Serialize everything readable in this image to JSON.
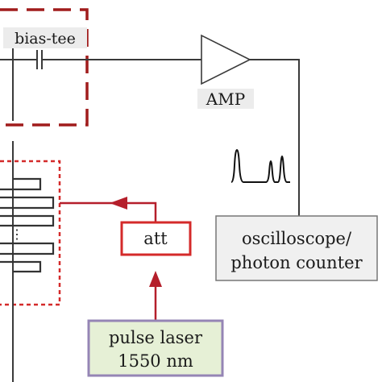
{
  "labels": {
    "bias_tee": "bias-tee",
    "amp": "AMP",
    "att": "att",
    "oscilloscope_line1": "oscilloscope/",
    "oscilloscope_line2": "photon counter",
    "laser_line1": "pulse laser",
    "laser_line2": "1550 nm",
    "dots": "⋮"
  },
  "colors": {
    "wire": "#3a3a3a",
    "bias_tee_box": "#a01c1c",
    "optical_path": "#b51f2b",
    "detector_box": "#d42a2a",
    "amp_fill": "#ffffff",
    "osc_fill": "#f0f0f0",
    "osc_border": "#777777",
    "laser_fill": "#e6f0d6",
    "laser_border": "#9585b5"
  }
}
